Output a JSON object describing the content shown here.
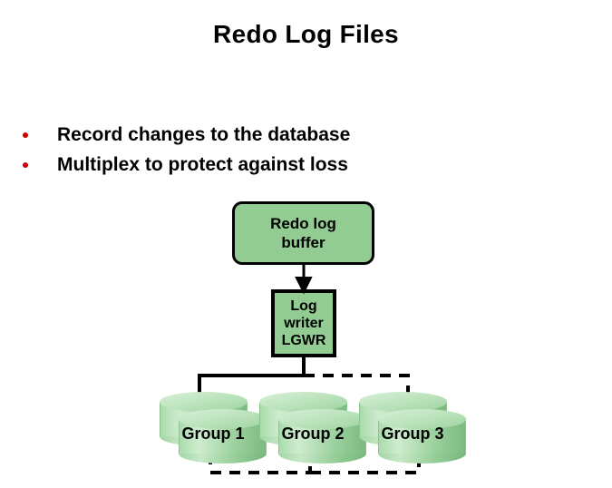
{
  "slide": {
    "title": "Redo Log Files",
    "background_color": "#ffffff"
  },
  "bullets": {
    "marker_color": "#cc0000",
    "items": [
      {
        "text": "Record changes to the database"
      },
      {
        "text": "Multiplex to protect against loss"
      }
    ]
  },
  "diagram": {
    "fill_color": "#93cc93",
    "line_color": "#000000",
    "redo_buffer": {
      "label": "Redo log\nbuffer"
    },
    "log_writer": {
      "label": "Log\nwriter\nLGWR"
    },
    "groups": [
      {
        "label": "Group 1"
      },
      {
        "label": "Group 2"
      },
      {
        "label": "Group 3"
      }
    ],
    "connectors": [
      {
        "name": "buffer-to-lgwr",
        "style": "solid",
        "arrow": true
      },
      {
        "name": "lgwr-to-group-1",
        "style": "solid",
        "arrow": true
      },
      {
        "name": "lgwr-to-group-3",
        "style": "dashed",
        "arrow": false
      },
      {
        "name": "group-1-to-group-2",
        "style": "dashed",
        "arrow": false
      },
      {
        "name": "group-2-to-group-3",
        "style": "dashed",
        "arrow": false
      }
    ]
  }
}
